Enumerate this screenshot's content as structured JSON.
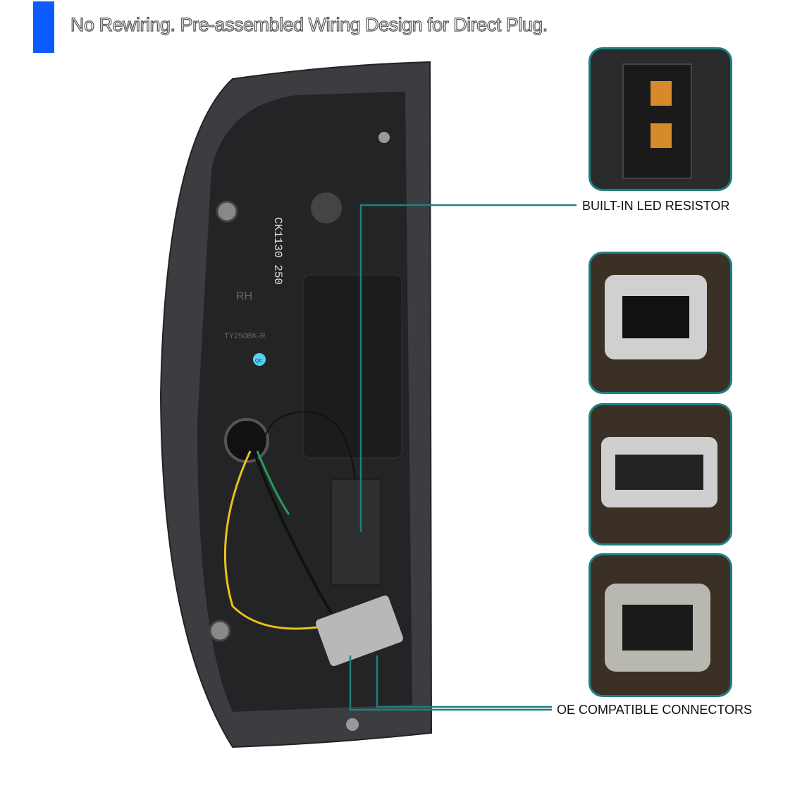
{
  "headline": "No Rewiring. Pre-assembled Wiring Design for Direct Plug.",
  "accent_color": "#0a5cff",
  "callout_color": "#1f7f80",
  "callouts": [
    {
      "label": "BUILT-IN LED RESISTOR"
    },
    {
      "label": "OE COMPATIBLE CONNECTORS"
    }
  ],
  "housing_markings": {
    "part_code": "CK1130 250",
    "side": "RH",
    "model": "TY250BK-R",
    "badge": "QC"
  }
}
